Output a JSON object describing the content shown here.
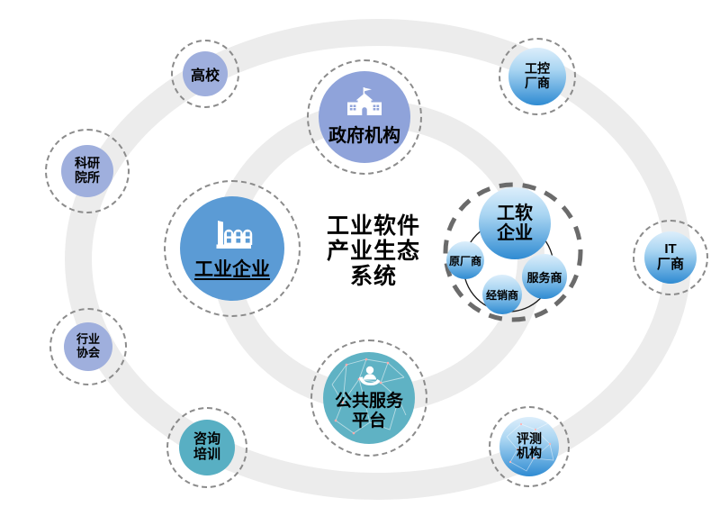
{
  "title": {
    "lines": [
      "工业软件",
      "产业生态",
      "系统"
    ]
  },
  "colors": {
    "periwinkle": "#9FAFDD",
    "government_blue": "#8FA3DA",
    "industrial_blue": "#5B9BD5",
    "teal": "#58AFC3",
    "platform_teal": "#5FB2C4",
    "gradient_top": "#DCEEFB",
    "gradient_bottom": "#2F8BD2",
    "orbit_ring_gray": "#ECECEC",
    "dashed_border_gray": "#8B8B8B",
    "cluster_dashed_gray": "#6B6B6B"
  },
  "nodes": {
    "universities": {
      "label": "高校"
    },
    "research": {
      "lines": [
        "科研",
        "院所"
      ]
    },
    "association": {
      "lines": [
        "行业",
        "协会"
      ]
    },
    "consulting": {
      "lines": [
        "咨询",
        "培训"
      ]
    },
    "government": {
      "label": "政府机构"
    },
    "industrial": {
      "label": "工业企业"
    },
    "ics_vendor": {
      "lines": [
        "工控",
        "厂商"
      ]
    },
    "it_vendor": {
      "lines": [
        "IT",
        "厂商"
      ]
    },
    "evaluation": {
      "lines": [
        "评测",
        "机构"
      ]
    },
    "platform": {
      "lines": [
        "公共服务",
        "平台"
      ]
    },
    "software_cluster": {
      "main": {
        "lines": [
          "工软",
          "企业"
        ]
      },
      "original": {
        "label": "原厂商"
      },
      "distributor": {
        "label": "经销商"
      },
      "service": {
        "label": "服务商"
      }
    }
  },
  "icons": {
    "industrial": "factory-icon",
    "government": "government-building-icon",
    "platform": "service-hand-icon",
    "platform_overlay": "network-mesh-pattern",
    "evaluation_overlay": "network-mesh-pattern"
  }
}
